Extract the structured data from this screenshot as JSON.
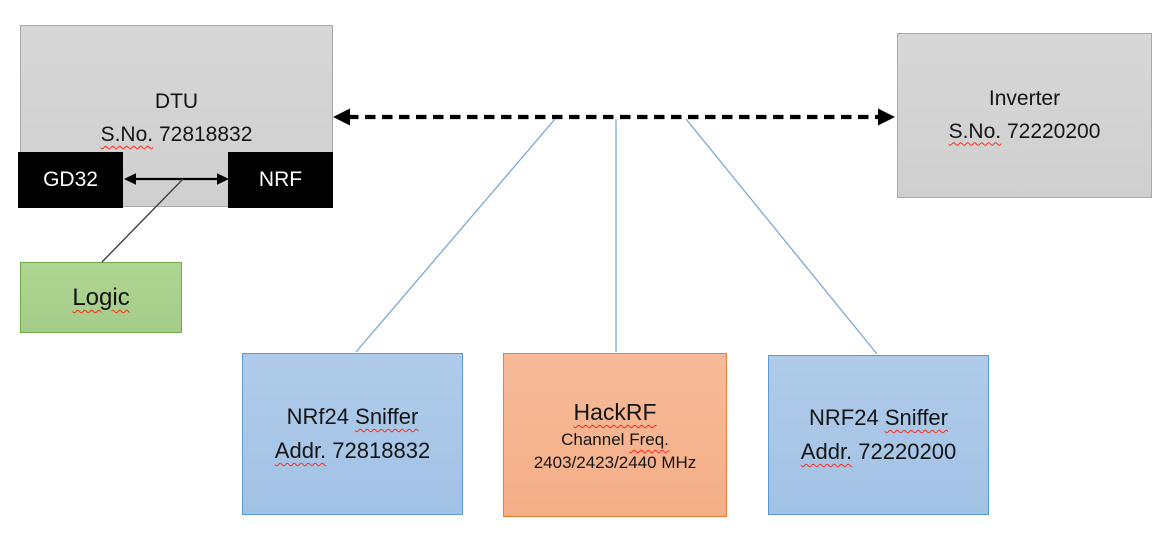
{
  "nodes": {
    "dtu": {
      "name": "DTU",
      "serial_label": "S.No.",
      "serial_value": "72818832"
    },
    "gd32": {
      "label": "GD32"
    },
    "nrf": {
      "label": "NRF"
    },
    "logic": {
      "label": "Logic"
    },
    "inverter": {
      "name": "Inverter",
      "serial_label": "S.No.",
      "serial_value": "72220200"
    },
    "sniffer_dtu": {
      "name_prefix": "NRf24",
      "name_suffix": "Sniffer",
      "addr_label": "Addr.",
      "addr_value": "72818832"
    },
    "hackrf": {
      "title": "HackRF",
      "channel_prefix": "Channel",
      "channel_suffix": "Freq.",
      "frequencies": "2403/2423/2440 MHz"
    },
    "sniffer_inverter": {
      "name_prefix": "NRF24",
      "name_suffix": "Sniffer",
      "addr_label": "Addr.",
      "addr_value": "72220200"
    }
  },
  "colors": {
    "gray_fill": "#D3D3D3",
    "gray_border": "#A9A9A9",
    "chip_black": "#000000",
    "green_fill": "#A9D18E",
    "green_border": "#70AD47",
    "blue_fill": "#A9C7E8",
    "blue_border": "#5B9BD5",
    "orange_fill": "#F6B28E",
    "orange_border": "#ED7D31",
    "connector_blue": "#7CA6D8",
    "arrow_black": "#000000",
    "spellcheck_red": "#FF2A1A"
  }
}
